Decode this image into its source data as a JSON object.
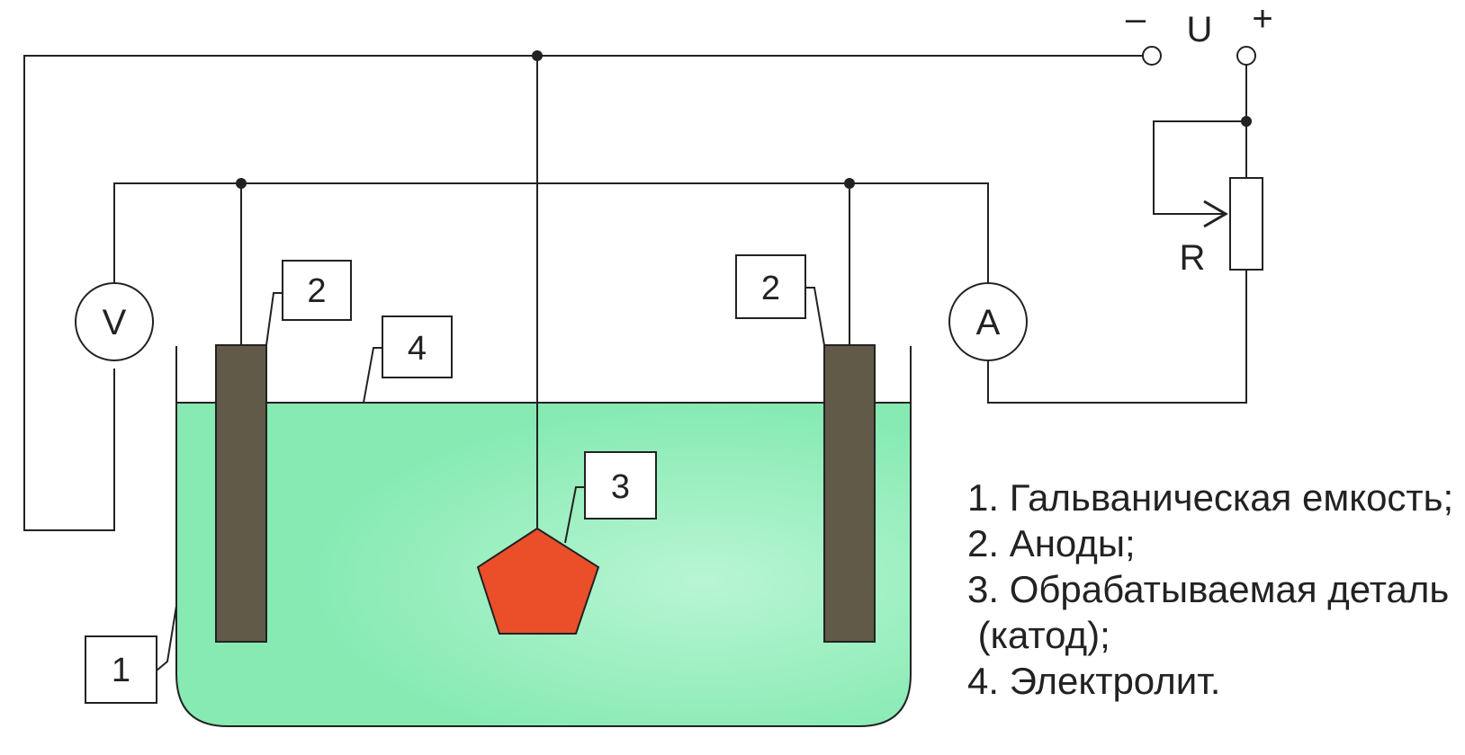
{
  "power_source": {
    "minus": "–",
    "label": "U",
    "plus": "+"
  },
  "resistor": {
    "label": "R"
  },
  "voltmeter": {
    "label": "V"
  },
  "ammeter": {
    "label": "A"
  },
  "callouts": {
    "tank": "1",
    "anode_left": "2",
    "anode_right": "2",
    "part": "3",
    "electrolyte": "4"
  },
  "legend": [
    "1. Гальваническая емкость;",
    "2. Аноды;",
    "3. Обрабатываемая деталь",
    " (катод);",
    "4. Электролит."
  ],
  "colors": {
    "electrolyte": "#86eab2",
    "electrolyte_glow": "#b8f5d4",
    "anode": "#615a48",
    "part": "#ea4f2a",
    "line": "#222222"
  }
}
